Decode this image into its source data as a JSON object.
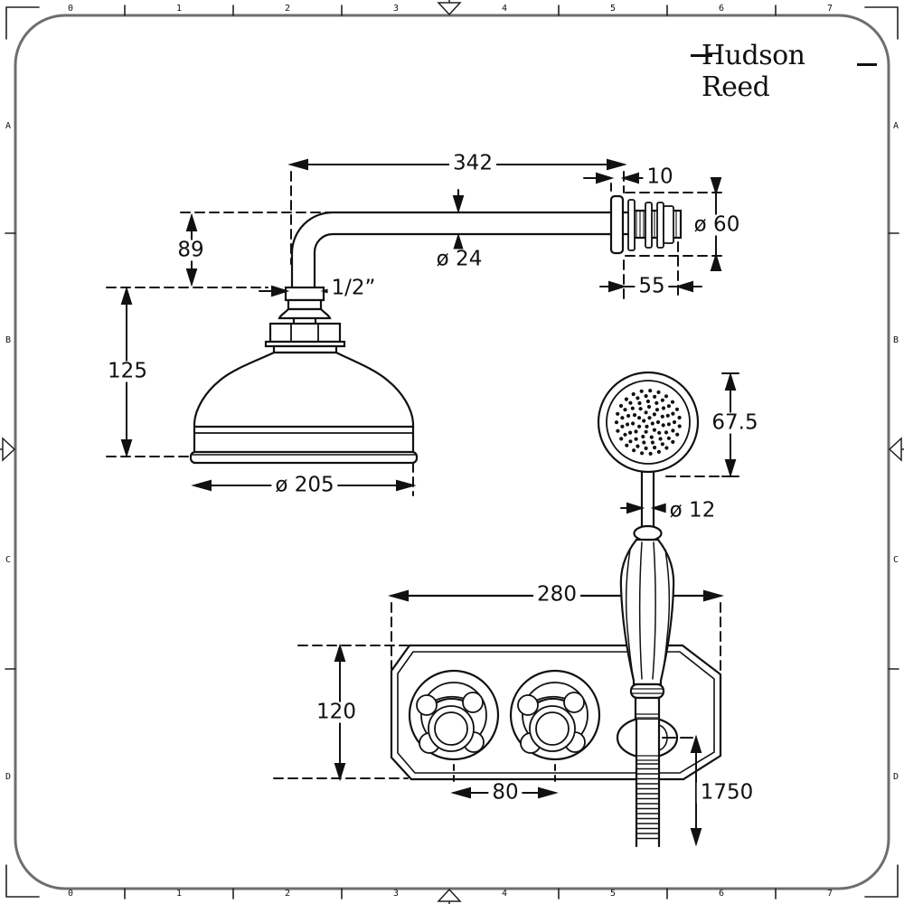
{
  "brand": {
    "name": "Hudson Reed"
  },
  "frame": {
    "top_ruler": [
      "0",
      "1",
      "2",
      "3",
      "4",
      "5",
      "6",
      "7"
    ],
    "bottom_ruler": [
      "0",
      "1",
      "2",
      "3",
      "4",
      "5",
      "6",
      "7"
    ],
    "left_ruler": [
      "A",
      "B",
      "C",
      "D"
    ],
    "right_ruler": [
      "A",
      "B",
      "C",
      "D"
    ]
  },
  "dimensions": {
    "arm_length": "342",
    "wall_flange_thickness": "10",
    "wall_flange_diameter": "ø 60",
    "wall_stud_length": "55",
    "arm_pipe_diameter": "ø 24",
    "arm_drop_height": "89",
    "arm_thread": "1/2”",
    "shower_head_height": "125",
    "shower_head_diameter": "ø 205",
    "handset_head_height": "67.5",
    "handset_neck_diameter": "ø 12",
    "valve_plate_width": "280",
    "valve_plate_height": "120",
    "valve_spacing": "80",
    "hose_length": "1750"
  },
  "colors": {
    "line": "#111111",
    "frame": "#6e6e6e",
    "background": "#ffffff"
  }
}
